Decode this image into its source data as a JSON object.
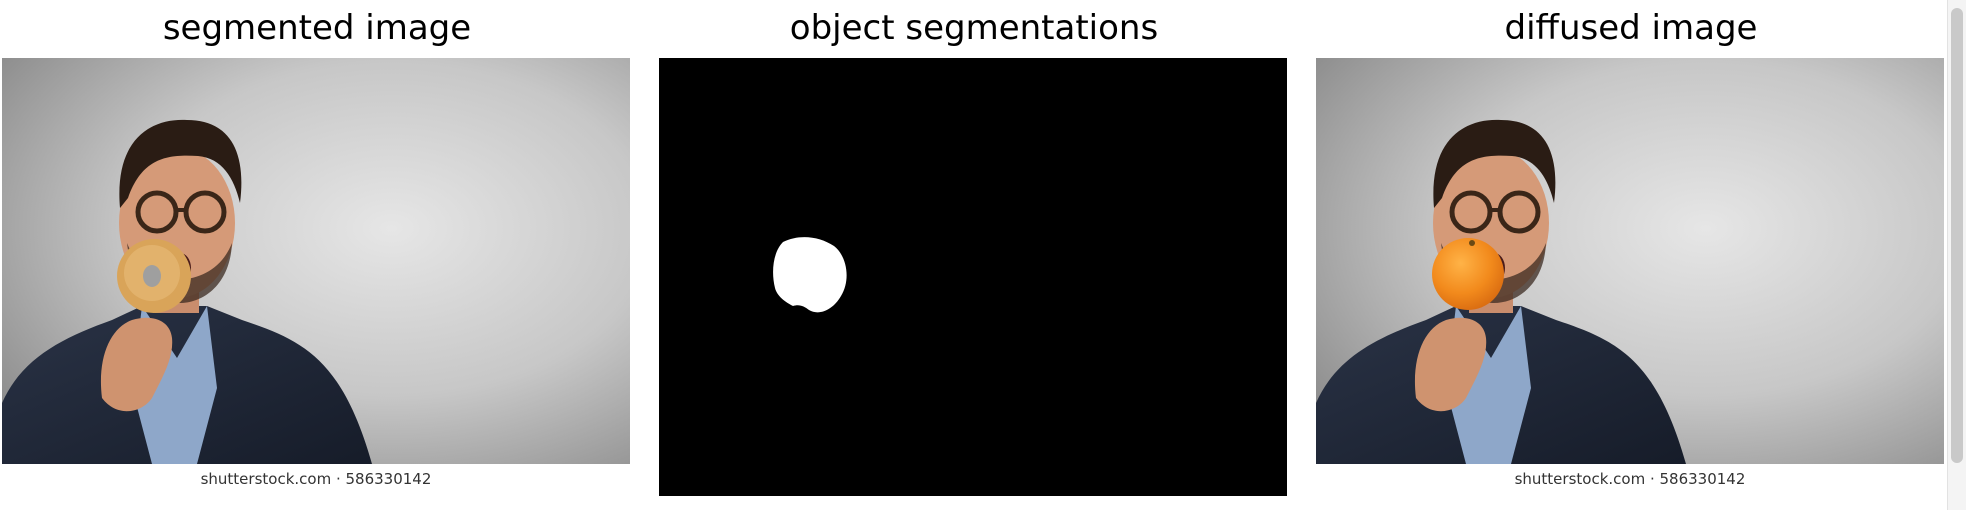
{
  "panels": [
    {
      "title": "segmented image",
      "watermark": "shutterstock.com · 586330142",
      "held_object": "donut"
    },
    {
      "title": "object segmentations"
    },
    {
      "title": "diffused image",
      "watermark": "shutterstock.com · 586330142",
      "held_object": "orange"
    }
  ],
  "colors": {
    "background": "#ffffff",
    "mask_background": "#000000",
    "mask_foreground": "#ffffff"
  }
}
